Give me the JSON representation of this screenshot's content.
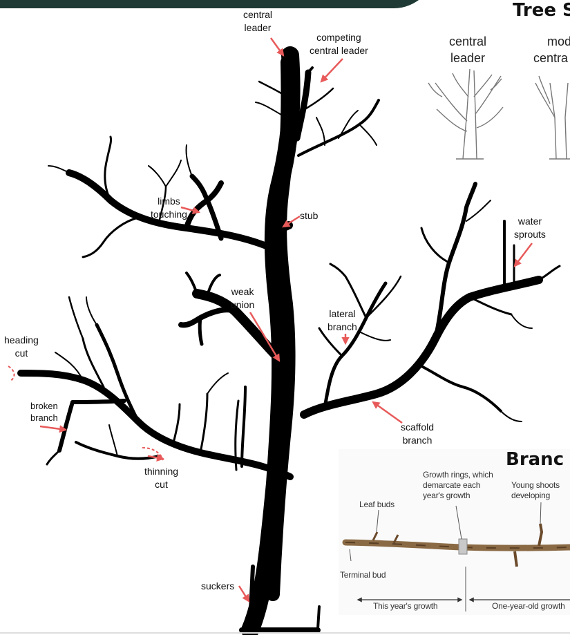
{
  "labels": {
    "central_leader": [
      "central",
      "leader"
    ],
    "competing_leader": [
      "competing",
      "central leader"
    ],
    "limbs_touching": [
      "limbs",
      "touching"
    ],
    "stub": "stub",
    "water_sprouts": [
      "water",
      "sprouts"
    ],
    "weak_union": [
      "weak",
      "union"
    ],
    "lateral_branch": [
      "lateral",
      "branch"
    ],
    "heading_cut": [
      "heading",
      "cut"
    ],
    "broken_branch": [
      "broken",
      "branch"
    ],
    "scaffold_branch": [
      "scaffold",
      "branch"
    ],
    "thinning_cut": [
      "thinning",
      "cut"
    ],
    "suckers": "suckers"
  },
  "tree_structure": {
    "title": "Tree S",
    "forms": [
      {
        "name": [
          "central",
          "leader"
        ]
      },
      {
        "name": [
          "mod",
          "centra"
        ]
      }
    ]
  },
  "branch_section": {
    "title": "Branc",
    "captions": {
      "growth_rings": [
        "Growth rings, which",
        "demarcate each",
        "year's growth"
      ],
      "young_shoots": [
        "Young shoots",
        "developing"
      ],
      "leaf_buds": "Leaf buds",
      "terminal_bud": "Terminal bud",
      "this_year": "This year's growth",
      "one_year_old": "One-year-old growth"
    }
  },
  "colors": {
    "header_bar": "#1f3a34",
    "arrow": "#e85a5a",
    "tree": "#000000",
    "bark": "#8a6a45"
  }
}
